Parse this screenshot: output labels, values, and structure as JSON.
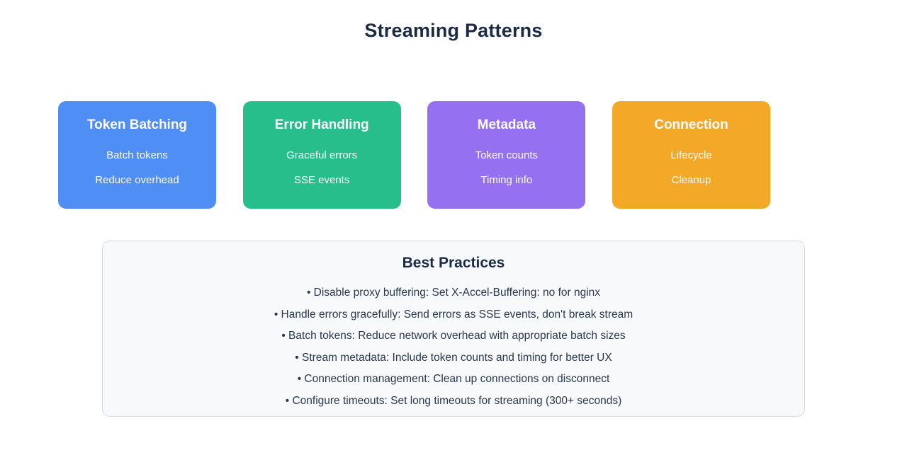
{
  "header": {
    "title": "Streaming Patterns"
  },
  "colors": {
    "page_background": "#ffffff",
    "title_text": "#1c2b45",
    "panel_background": "#f8f9fb",
    "panel_border": "#d4d8de",
    "body_text": "#29384d",
    "card_blue": "#4f8ef4",
    "card_green": "#27be8b",
    "card_purple": "#9570f0",
    "card_orange": "#f4a827"
  },
  "cards": [
    {
      "title": "Token Batching",
      "line1": "Batch tokens",
      "line2": "Reduce overhead",
      "color": "#4f8ef4"
    },
    {
      "title": "Error Handling",
      "line1": "Graceful errors",
      "line2": "SSE events",
      "color": "#27be8b"
    },
    {
      "title": "Metadata",
      "line1": "Token counts",
      "line2": "Timing info",
      "color": "#9570f0"
    },
    {
      "title": "Connection",
      "line1": "Lifecycle",
      "line2": "Cleanup",
      "color": "#f4a827"
    }
  ],
  "practices": {
    "title": "Best Practices",
    "items": [
      "• Disable proxy buffering: Set X-Accel-Buffering: no for nginx",
      "• Handle errors gracefully: Send errors as SSE events, don't break stream",
      "• Batch tokens: Reduce network overhead with appropriate batch sizes",
      "• Stream metadata: Include token counts and timing for better UX",
      "• Connection management: Clean up connections on disconnect",
      "• Configure timeouts: Set long timeouts for streaming (300+ seconds)"
    ]
  }
}
